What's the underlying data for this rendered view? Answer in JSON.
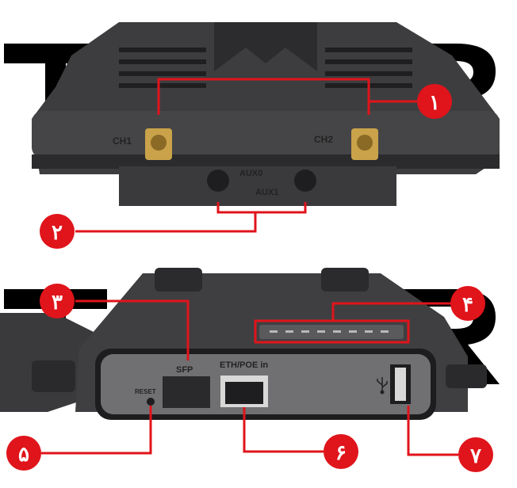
{
  "watermark": "TRTR",
  "colors": {
    "accent": "#e0141b",
    "device": "#3a3a3c",
    "panel": "#6f6f72",
    "label": "#222222"
  },
  "top_view": {
    "ports": {
      "ch1": "CH1",
      "ch2": "CH2",
      "aux0": "AUX0",
      "aux1": "AUX1"
    }
  },
  "bottom_view": {
    "ports": {
      "sfp": "SFP",
      "eth": "ETH/POE in",
      "reset": "RESET",
      "usb_icon": "usb-icon"
    }
  },
  "callouts": [
    "۱",
    "۲",
    "۳",
    "۴",
    "۵",
    "۶",
    "۷"
  ]
}
